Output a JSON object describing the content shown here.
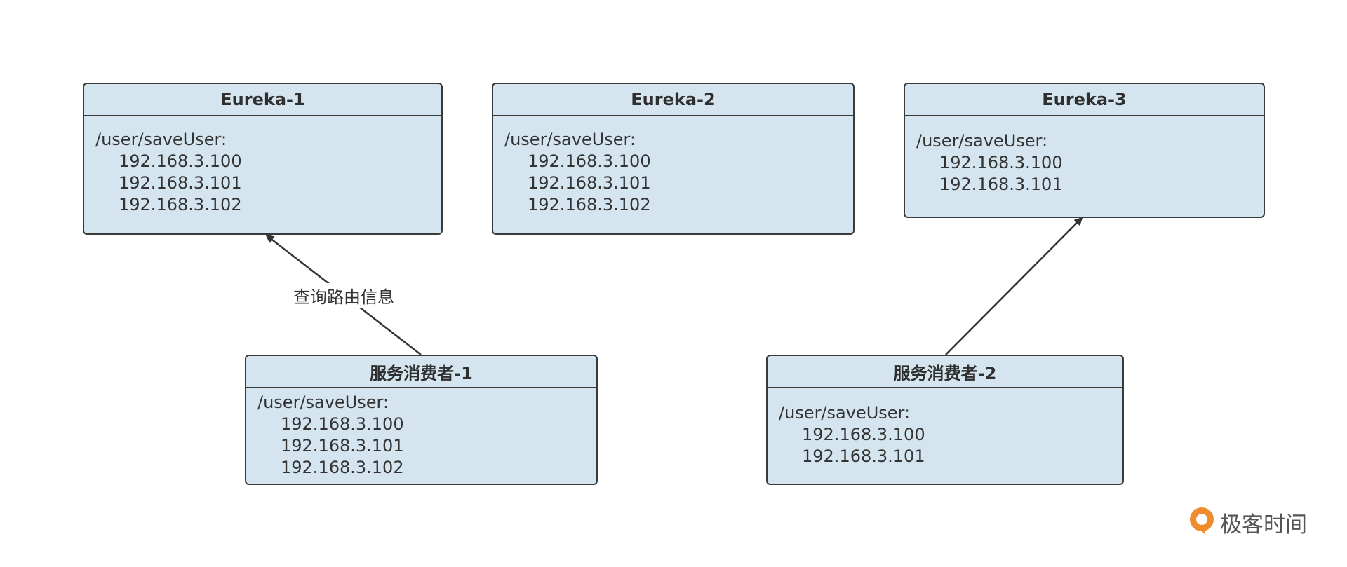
{
  "nodes": {
    "eureka1": {
      "title": "Eureka-1",
      "route": "/user/saveUser:",
      "ips": [
        "192.168.3.100",
        "192.168.3.101",
        "192.168.3.102"
      ]
    },
    "eureka2": {
      "title": "Eureka-2",
      "route": "/user/saveUser:",
      "ips": [
        "192.168.3.100",
        "192.168.3.101",
        "192.168.3.102"
      ]
    },
    "eureka3": {
      "title": "Eureka-3",
      "route": "/user/saveUser:",
      "ips": [
        "192.168.3.100",
        "192.168.3.101"
      ]
    },
    "consumer1": {
      "title": "服务消费者-1",
      "route": "/user/saveUser:",
      "ips": [
        "192.168.3.100",
        "192.168.3.101",
        "192.168.3.102"
      ]
    },
    "consumer2": {
      "title": "服务消费者-2",
      "route": "/user/saveUser:",
      "ips": [
        "192.168.3.100",
        "192.168.3.101"
      ]
    }
  },
  "edges": [
    {
      "from": "服务消费者-1",
      "to": "Eureka-1",
      "label": "查询路由信息"
    },
    {
      "from": "服务消费者-2",
      "to": "Eureka-3",
      "label": ""
    }
  ],
  "watermark": "极客时间",
  "colors": {
    "node_fill": "#d5e5ef",
    "node_border": "#3a3a3a",
    "arrow": "#333333",
    "logo_orange": "#f08c2e"
  }
}
